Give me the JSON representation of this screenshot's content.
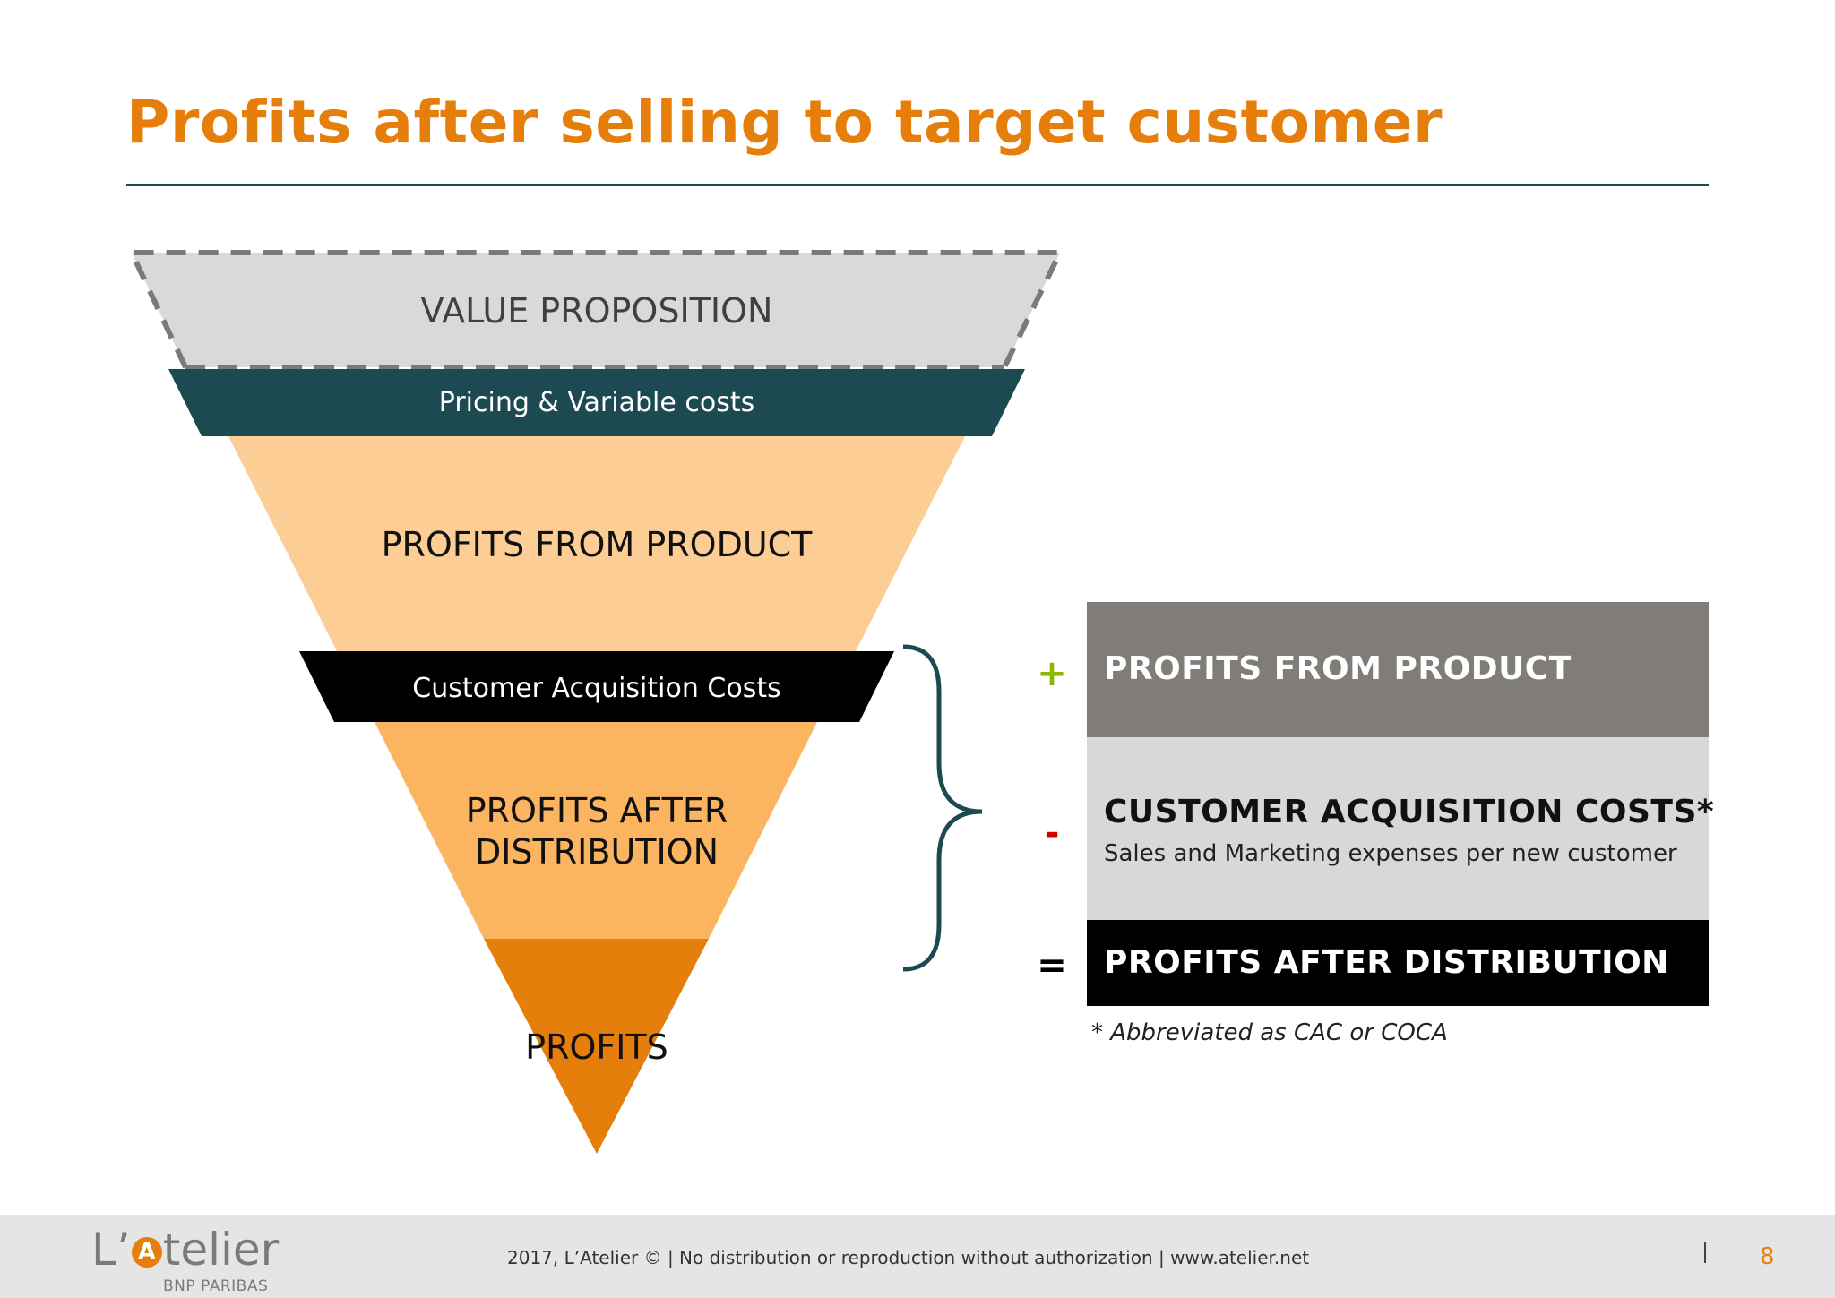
{
  "slide": {
    "title": "Profits after selling to target customer"
  },
  "funnel": {
    "levels": [
      {
        "label": "VALUE PROPOSITION",
        "color": "#d9d9d9"
      },
      {
        "label": "Pricing & Variable costs",
        "color": "#1d4a50"
      },
      {
        "label": "PROFITS FROM PRODUCT",
        "color": "#fccd94"
      },
      {
        "label": "Customer Acquisition Costs",
        "color": "#000000"
      },
      {
        "label_line1": "PROFITS AFTER",
        "label_line2": "DISTRIBUTION",
        "color": "#fbb460"
      },
      {
        "label": "PROFITS",
        "color": "#e67e0c"
      }
    ]
  },
  "equation": {
    "rows": [
      {
        "operator": "+",
        "heading": "PROFITS FROM PRODUCT",
        "color": "#807d78"
      },
      {
        "operator": "-",
        "heading": "CUSTOMER ACQUISITION COSTS*",
        "subtext": "Sales and Marketing expenses per new customer",
        "color": "#d9d8d8"
      },
      {
        "operator": "=",
        "heading": "PROFITS AFTER DISTRIBUTION",
        "color": "#000000"
      }
    ],
    "footnote": "* Abbreviated as CAC or COCA"
  },
  "footer": {
    "logo_main_start": "L’",
    "logo_main_mark": "A",
    "logo_main_end": "telier",
    "logo_sub": "BNP PARIBAS",
    "text": "2017, L’Atelier © | No distribution or reproduction without authorization | www.atelier.net",
    "page_number": "8"
  },
  "colors": {
    "accent": "#e67e0c",
    "rule": "#1d4a50"
  }
}
